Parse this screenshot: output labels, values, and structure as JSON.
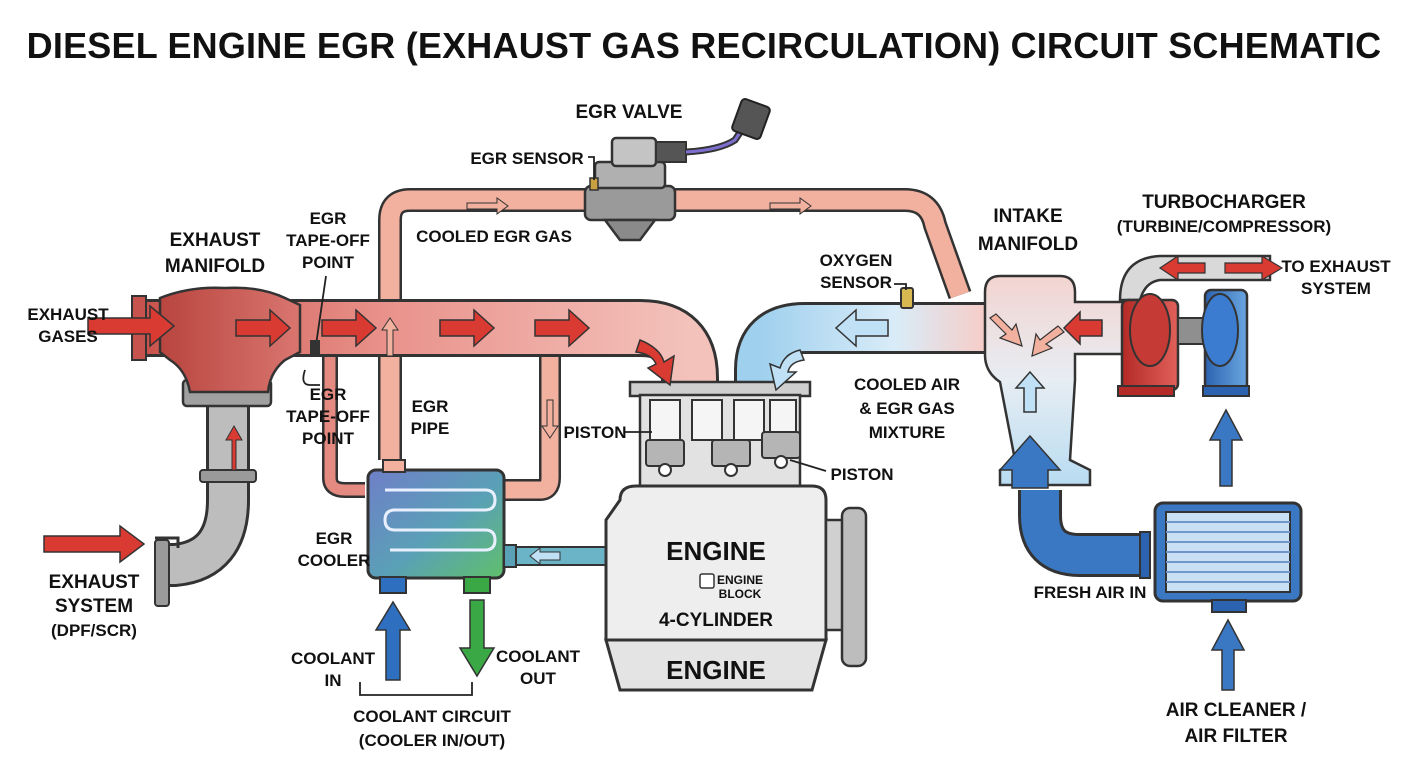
{
  "title": "DIESEL ENGINE EGR (EXHAUST GAS RECIRCULATION) CIRCUIT SCHEMATIC",
  "labels": {
    "egr_valve": "EGR VALVE",
    "egr_sensor": "EGR SENSOR",
    "cooled_egr_gas": "COOLED EGR GAS",
    "exhaust_manifold_1": "EXHAUST",
    "exhaust_manifold_2": "MANIFOLD",
    "tapeoff_top_1": "EGR",
    "tapeoff_top_2": "TAPE-OFF",
    "tapeoff_top_3": "POINT",
    "tapeoff_bot_1": "EGR",
    "tapeoff_bot_2": "TAPE-OFF",
    "tapeoff_bot_3": "POINT",
    "exhaust_gases_1": "EXHAUST",
    "exhaust_gases_2": "GASES",
    "egr_pipe_1": "EGR",
    "egr_pipe_2": "PIPE",
    "egr_cooler_1": "EGR",
    "egr_cooler_2": "COOLER",
    "exhaust_system_1": "EXHAUST",
    "exhaust_system_2": "SYSTEM",
    "exhaust_system_3": "(DPF/SCR)",
    "coolant_in_1": "COOLANT",
    "coolant_in_2": "IN",
    "coolant_out_1": "COOLANT",
    "coolant_out_2": "OUT",
    "coolant_circuit_1": "COOLANT CIRCUIT",
    "coolant_circuit_2": "(COOLER IN/OUT)",
    "piston_left": "PISTON",
    "piston_right": "PISTON",
    "engine_top": "ENGINE",
    "engine_block_1": "ENGINE",
    "engine_block_2": "BLOCK",
    "four_cylinder": "4-CYLINDER",
    "engine_bottom": "ENGINE",
    "oxygen_sensor_1": "OXYGEN",
    "oxygen_sensor_2": "SENSOR",
    "intake_manifold_1": "INTAKE",
    "intake_manifold_2": "MANIFOLD",
    "cooled_mix_1": "COOLED AIR",
    "cooled_mix_2": "& EGR GAS",
    "cooled_mix_3": "MIXTURE",
    "turbocharger_1": "TURBOCHARGER",
    "turbocharger_2": "(TURBINE/COMPRESSOR)",
    "to_exhaust_1": "TO EXHAUST",
    "to_exhaust_2": "SYSTEM",
    "fresh_air_in": "FRESH AIR IN",
    "air_cleaner_1": "AIR CLEANER /",
    "air_cleaner_2": "AIR FILTER"
  },
  "colors": {
    "hot_exhaust": "#e08a84",
    "hot_exhaust_dark": "#c94a45",
    "egr_gas": "#f2b09e",
    "intake_air": "#a8d4ef",
    "fresh_air": "#3b78c4",
    "coolant_in": "#2f6fc0",
    "coolant_out": "#3aa845",
    "arrow_red": "#d93a32",
    "engine_body": "#eeeeee",
    "metal": "#b8b8b8"
  }
}
